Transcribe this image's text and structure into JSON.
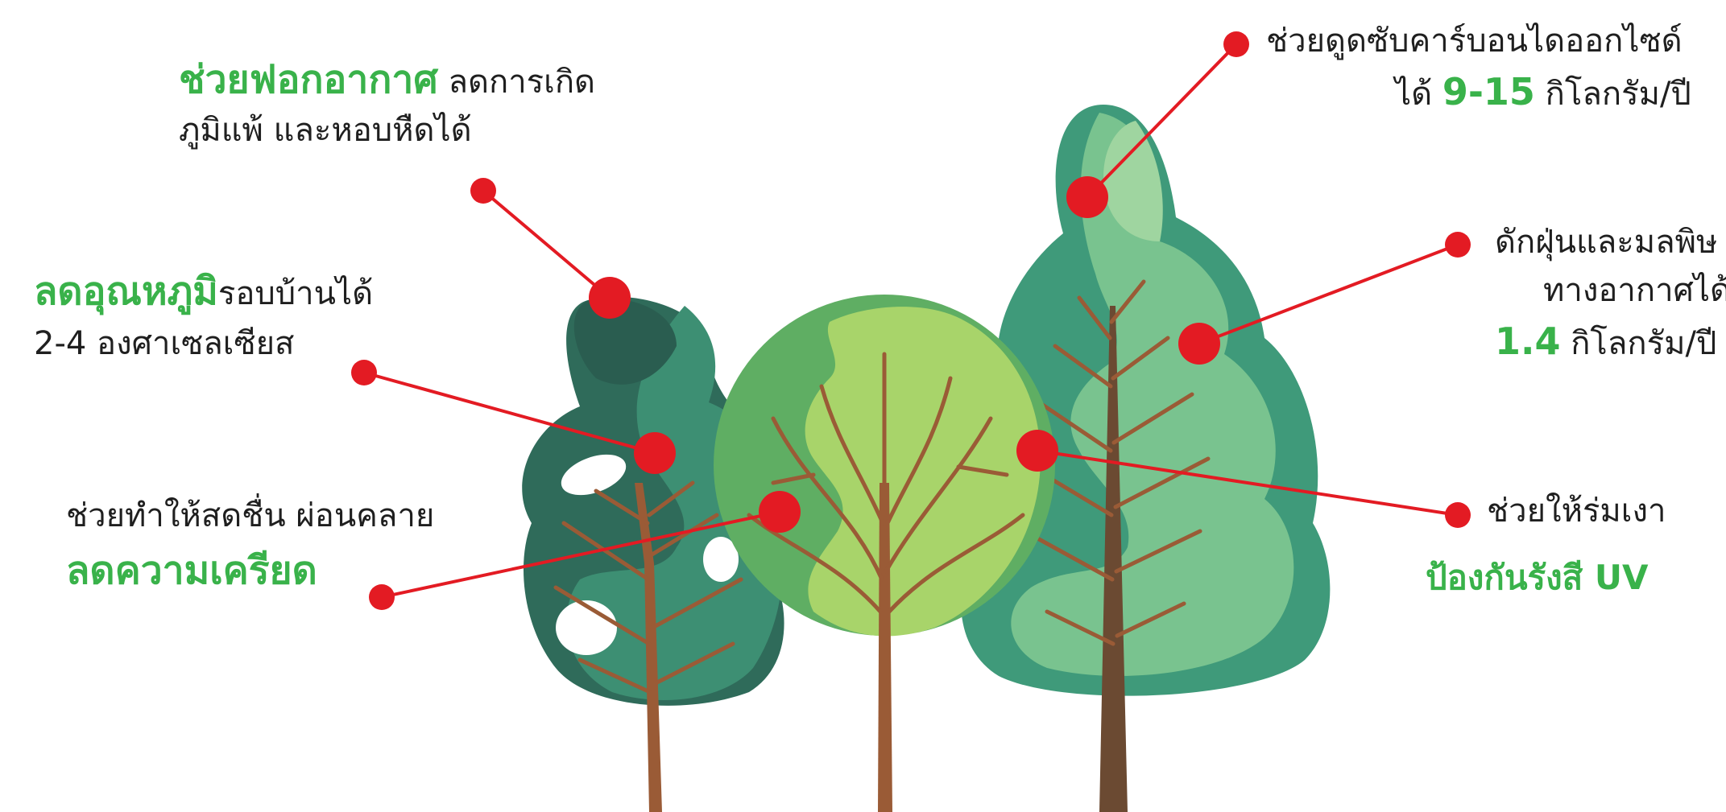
{
  "colors": {
    "accent_green": "#39b24a",
    "marker_red": "#e31b23",
    "text": "#1f1f1f",
    "trunk_brown": "#9a5b36",
    "tree_dark": "#2e6e5c",
    "tree_mid": "#3f9a7a",
    "tree_light": "#7cc48f",
    "tree_round": "#a8d46a"
  },
  "callouts": {
    "air_purify": {
      "highlight": "ช่วยฟอกอากาศ",
      "text1": " ลดการเกิด",
      "text2": "ภูมิแพ้ และหอบหืดได้"
    },
    "temperature": {
      "highlight": "ลดอุณหภูมิ",
      "text1": "รอบบ้านได้",
      "text2": "2-4  องศาเซลเซียส"
    },
    "stress": {
      "text1": "ช่วยทำให้สดชื่น ผ่อนคลาย",
      "highlight": "ลดความเครียด"
    },
    "carbon": {
      "text1": "ช่วยดูดซับคาร์บอนไดออกไซด์",
      "prefix": "ได้  ",
      "value": "9-15",
      "unit": " กิโลกรัม/ปี"
    },
    "dust": {
      "text1": "ดักฝุ่นและมลพิษ",
      "text2": "ทางอากาศได้",
      "value": "1.4",
      "unit": "  กิโลกรัม/ปี"
    },
    "shade": {
      "text1": "ช่วยให้ร่มเงา",
      "highlight": "ป้องกันรังสี UV"
    }
  }
}
